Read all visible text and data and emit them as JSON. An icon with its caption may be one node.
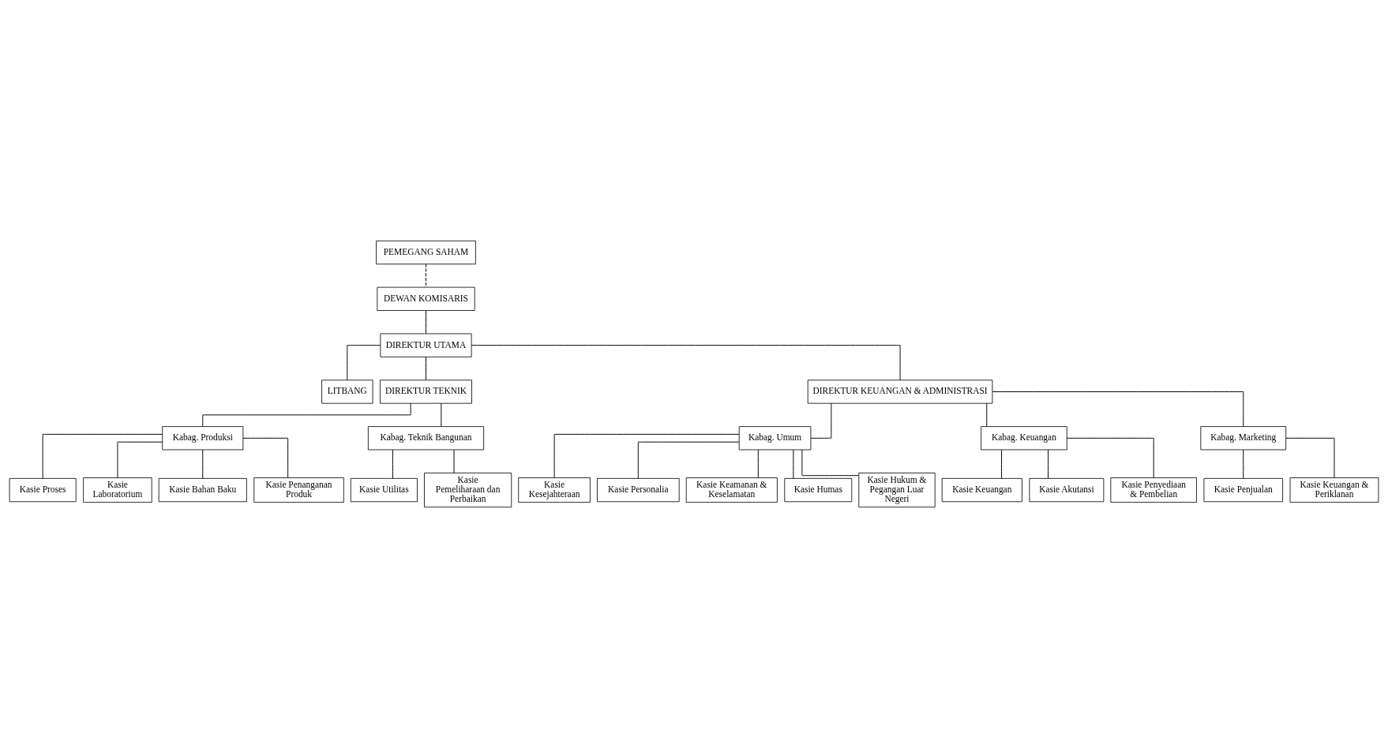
{
  "diagram": {
    "nodes": [
      {
        "text": [
          "PEMEGANG SAHAM"
        ]
      },
      {
        "text": [
          "DEWAN KOMISARIS"
        ]
      },
      {
        "text": [
          "DIREKTUR UTAMA"
        ]
      },
      {
        "text": [
          "LITBANG"
        ]
      },
      {
        "text": [
          "DIREKTUR TEKNIK"
        ]
      },
      {
        "text": [
          "DIREKTUR KEUANGAN & ADMINISTRASI"
        ]
      },
      {
        "text": [
          "Kabag. Produksi"
        ]
      },
      {
        "text": [
          "Kabag. Teknik Bangunan"
        ]
      },
      {
        "text": [
          "Kabag. Umum"
        ]
      },
      {
        "text": [
          "Kabag. Keuangan"
        ]
      },
      {
        "text": [
          "Kabag. Marketing"
        ]
      },
      {
        "text": [
          "Kasie Proses"
        ]
      },
      {
        "text": [
          "Kasie Laboratorium"
        ]
      },
      {
        "text": [
          "Kasie Bahan Baku"
        ]
      },
      {
        "text": [
          "Kasie Penanganan Produk"
        ]
      },
      {
        "text": [
          "Kasie Utilitas"
        ]
      },
      {
        "text": [
          "Kasie Pemeliharaan dan Perbaikan"
        ]
      },
      {
        "text": [
          "Kasie Kesejahteraan"
        ]
      },
      {
        "text": [
          "Kasie Personalia"
        ]
      },
      {
        "text": [
          "Kasie Keamanan & Keselamatan"
        ]
      },
      {
        "text": [
          "Kasie Humas"
        ]
      },
      {
        "text": [
          "Kasie Hukum & Pegangan Luar Negeri"
        ]
      },
      {
        "text": [
          "Kasie Keuangan"
        ]
      },
      {
        "text": [
          "Kasie Akutansi"
        ]
      },
      {
        "text": [
          "Kasie Penyediaan & Pembelian"
        ]
      },
      {
        "text": [
          "Kasie Penjualan"
        ]
      },
      {
        "text": [
          "Kasie Keuangan & Periklanan"
        ]
      }
    ],
    "edges": [
      {
        "from": 0,
        "to": 1,
        "arrow": "none",
        "style": "dashed"
      },
      {
        "from": 1,
        "to": 2,
        "arrow": "none"
      },
      {
        "from": 2,
        "to": 3,
        "arrow": "none"
      },
      {
        "from": 2,
        "to": 4,
        "arrow": "none"
      },
      {
        "from": 2,
        "to": 5,
        "arrow": "none"
      },
      {
        "from": 4,
        "to": 6,
        "arrow": "none"
      },
      {
        "from": 4,
        "to": 7,
        "arrow": "none"
      },
      {
        "from": 5,
        "to": 8,
        "arrow": "none"
      },
      {
        "from": 5,
        "to": 9,
        "arrow": "none"
      },
      {
        "from": 5,
        "to": 10,
        "arrow": "none"
      },
      {
        "from": 6,
        "to": 11,
        "arrow": "none"
      },
      {
        "from": 6,
        "to": 12,
        "arrow": "none"
      },
      {
        "from": 6,
        "to": 13,
        "arrow": "none"
      },
      {
        "from": 6,
        "to": 14,
        "arrow": "none"
      },
      {
        "from": 7,
        "to": 15,
        "arrow": "none"
      },
      {
        "from": 7,
        "to": 16,
        "arrow": "none"
      },
      {
        "from": 8,
        "to": 17,
        "arrow": "none"
      },
      {
        "from": 8,
        "to": 18,
        "arrow": "none"
      },
      {
        "from": 8,
        "to": 19,
        "arrow": "none"
      },
      {
        "from": 8,
        "to": 20,
        "arrow": "none"
      },
      {
        "from": 8,
        "to": 21,
        "arrow": "none"
      },
      {
        "from": 9,
        "to": 22,
        "arrow": "none"
      },
      {
        "from": 9,
        "to": 23,
        "arrow": "none"
      },
      {
        "from": 9,
        "to": 24,
        "arrow": "none"
      },
      {
        "from": 10,
        "to": 25,
        "arrow": "none"
      },
      {
        "from": 10,
        "to": 26,
        "arrow": "none"
      }
    ]
  }
}
